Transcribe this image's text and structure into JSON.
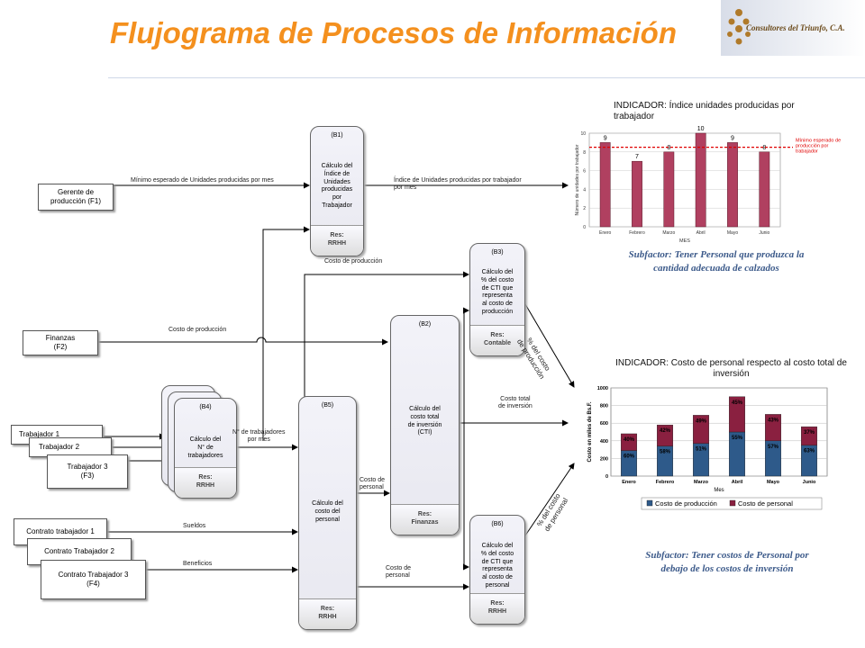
{
  "title": "Flujograma de Procesos de Información",
  "logo": {
    "text": "Consultores del Triunfo, C.A."
  },
  "inputs": {
    "f1": "Gerente de\nproducción (F1)",
    "f2": "Finanzas\n(F2)",
    "t1": "Trabajador 1",
    "t2": "Trabajador 2",
    "t3": "Trabajador 3\n(F3)",
    "c1": "Contrato trabajador 1",
    "c2": "Contrato Trabajador 2",
    "c3": "Contrato Trabajador 3\n(F4)"
  },
  "processes": {
    "b1": {
      "code": "(B1)",
      "desc": "Cálculo del\nÍndice de\nUnidades\nproducidas\npor\nTrabajador",
      "res": "Res:\nRRHH"
    },
    "b2": {
      "code": "(B2)",
      "desc": "Cálculo del\ncosto total\nde inversión\n(CTI)",
      "res": "Res:\nFinanzas"
    },
    "b3": {
      "code": "(B3)",
      "desc": "Cálculo del\n% del costo\nde CTI que\nrepresenta\nal costo de\nproducción",
      "res": "Res:\nContable"
    },
    "b4": {
      "code": "(B4)",
      "desc": "Cálculo del\nN° de\ntrabajadores",
      "res": "Res:\nRRHH"
    },
    "b5": {
      "code": "(B5)",
      "desc": "Cálculo del\ncosto del\npersonal",
      "res": "Res:\nRRHH"
    },
    "b6": {
      "code": "(B6)",
      "desc": "Cálculo del\n% del costo\nde CTI que\nrepresenta\nal costo de\npersonal",
      "res": "Res:\nRRHH"
    }
  },
  "flows": {
    "minimo": "Mínimo esperado de Unidades producidas por mes",
    "indice": "Índice de Unidades producidas por trabajador\npor mes",
    "costo_prod_top": "Costo de producción",
    "costo_prod_mid": "Costo de producción",
    "pct_costo_prod": "% del costo\nde producción",
    "costo_total": "Costo total\nde inversión",
    "n_trab": "N° de trabajadores\npor mes",
    "sueldos": "Sueldos",
    "beneficios": "Beneficios",
    "costo_pers_1": "Costo de\npersonal",
    "costo_pers_2": "Costo de\npersonal",
    "pct_costo_pers": "% del costo\nde personal"
  },
  "subfactors": {
    "s1": "Subfactor: Tener Personal que produzca la\ncantidad adecuada de calzados",
    "s2": "Subfactor: Tener costos de Personal por\ndebajo de los costos de inversión"
  },
  "chart_data": [
    {
      "type": "bar",
      "title": "INDICADOR: Índice unidades producidas por trabajador",
      "categories": [
        "Enero",
        "Febrero",
        "Marzo",
        "Abril",
        "Mayo",
        "Junio"
      ],
      "values": [
        9,
        7,
        8,
        10,
        9,
        8
      ],
      "xlabel": "MES",
      "ylabel": "Número de unidades por trabajador",
      "ylim": [
        0,
        10
      ],
      "yticks": [
        0,
        2,
        4,
        6,
        8,
        10
      ],
      "reference_line": {
        "value": 8.5,
        "label": "Mínimo esperado de producción por trabajador",
        "color": "#e00000"
      },
      "bar_color": "#b04060"
    },
    {
      "type": "bar",
      "stacked": true,
      "title": "INDICADOR: Costo de personal respecto al costo total de inversión",
      "categories": [
        "Enero",
        "Febrero",
        "Marzo",
        "Abril",
        "Mayo",
        "Junio"
      ],
      "xlabel": "Mes",
      "ylabel": "Costo en miles de Bs.F.",
      "ylim": [
        0,
        1000
      ],
      "yticks": [
        0,
        200,
        400,
        600,
        800,
        1000
      ],
      "legend": "bottom",
      "series": [
        {
          "name": "Costo de producción",
          "values": [
            290,
            340,
            370,
            500,
            400,
            350
          ],
          "labels": [
            "60%",
            "58%",
            "51%",
            "55%",
            "57%",
            "63%"
          ],
          "color": "#2e5a8a"
        },
        {
          "name": "Costo de personal",
          "values": [
            190,
            240,
            320,
            400,
            300,
            210
          ],
          "labels": [
            "40%",
            "42%",
            "49%",
            "45%",
            "43%",
            "37%"
          ],
          "color": "#8a2040"
        }
      ]
    }
  ]
}
